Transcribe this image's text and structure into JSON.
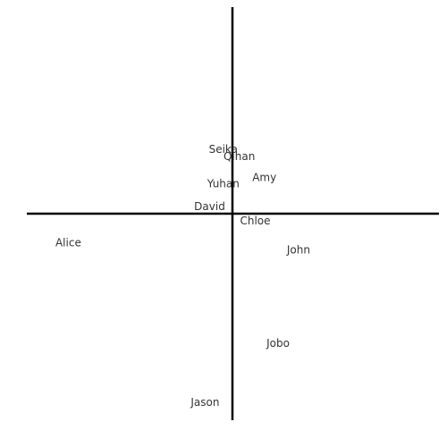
{
  "chart_data": {
    "type": "scatter",
    "title": "",
    "xlabel": "",
    "ylabel": "",
    "xlim": [
      -4.5,
      4.5
    ],
    "ylim": [
      -4.5,
      4.5
    ],
    "grid": false,
    "axes_style": "crosshair",
    "axis_color": "#000000",
    "label_color": "#333333",
    "points": [
      {
        "label": "Seika",
        "x": -0.2,
        "y": 1.4
      },
      {
        "label": "Qihan",
        "x": 0.15,
        "y": 1.25
      },
      {
        "label": "Amy",
        "x": 0.7,
        "y": 0.78
      },
      {
        "label": "Yuhan",
        "x": -0.2,
        "y": 0.65
      },
      {
        "label": "David",
        "x": -0.5,
        "y": 0.15
      },
      {
        "label": "Chloe",
        "x": 0.5,
        "y": -0.17
      },
      {
        "label": "Alice",
        "x": -3.6,
        "y": -0.65
      },
      {
        "label": "John",
        "x": 1.45,
        "y": -0.8
      },
      {
        "label": "Jobo",
        "x": 1.0,
        "y": -2.85
      },
      {
        "label": "Jason",
        "x": -0.6,
        "y": -4.15
      }
    ]
  }
}
